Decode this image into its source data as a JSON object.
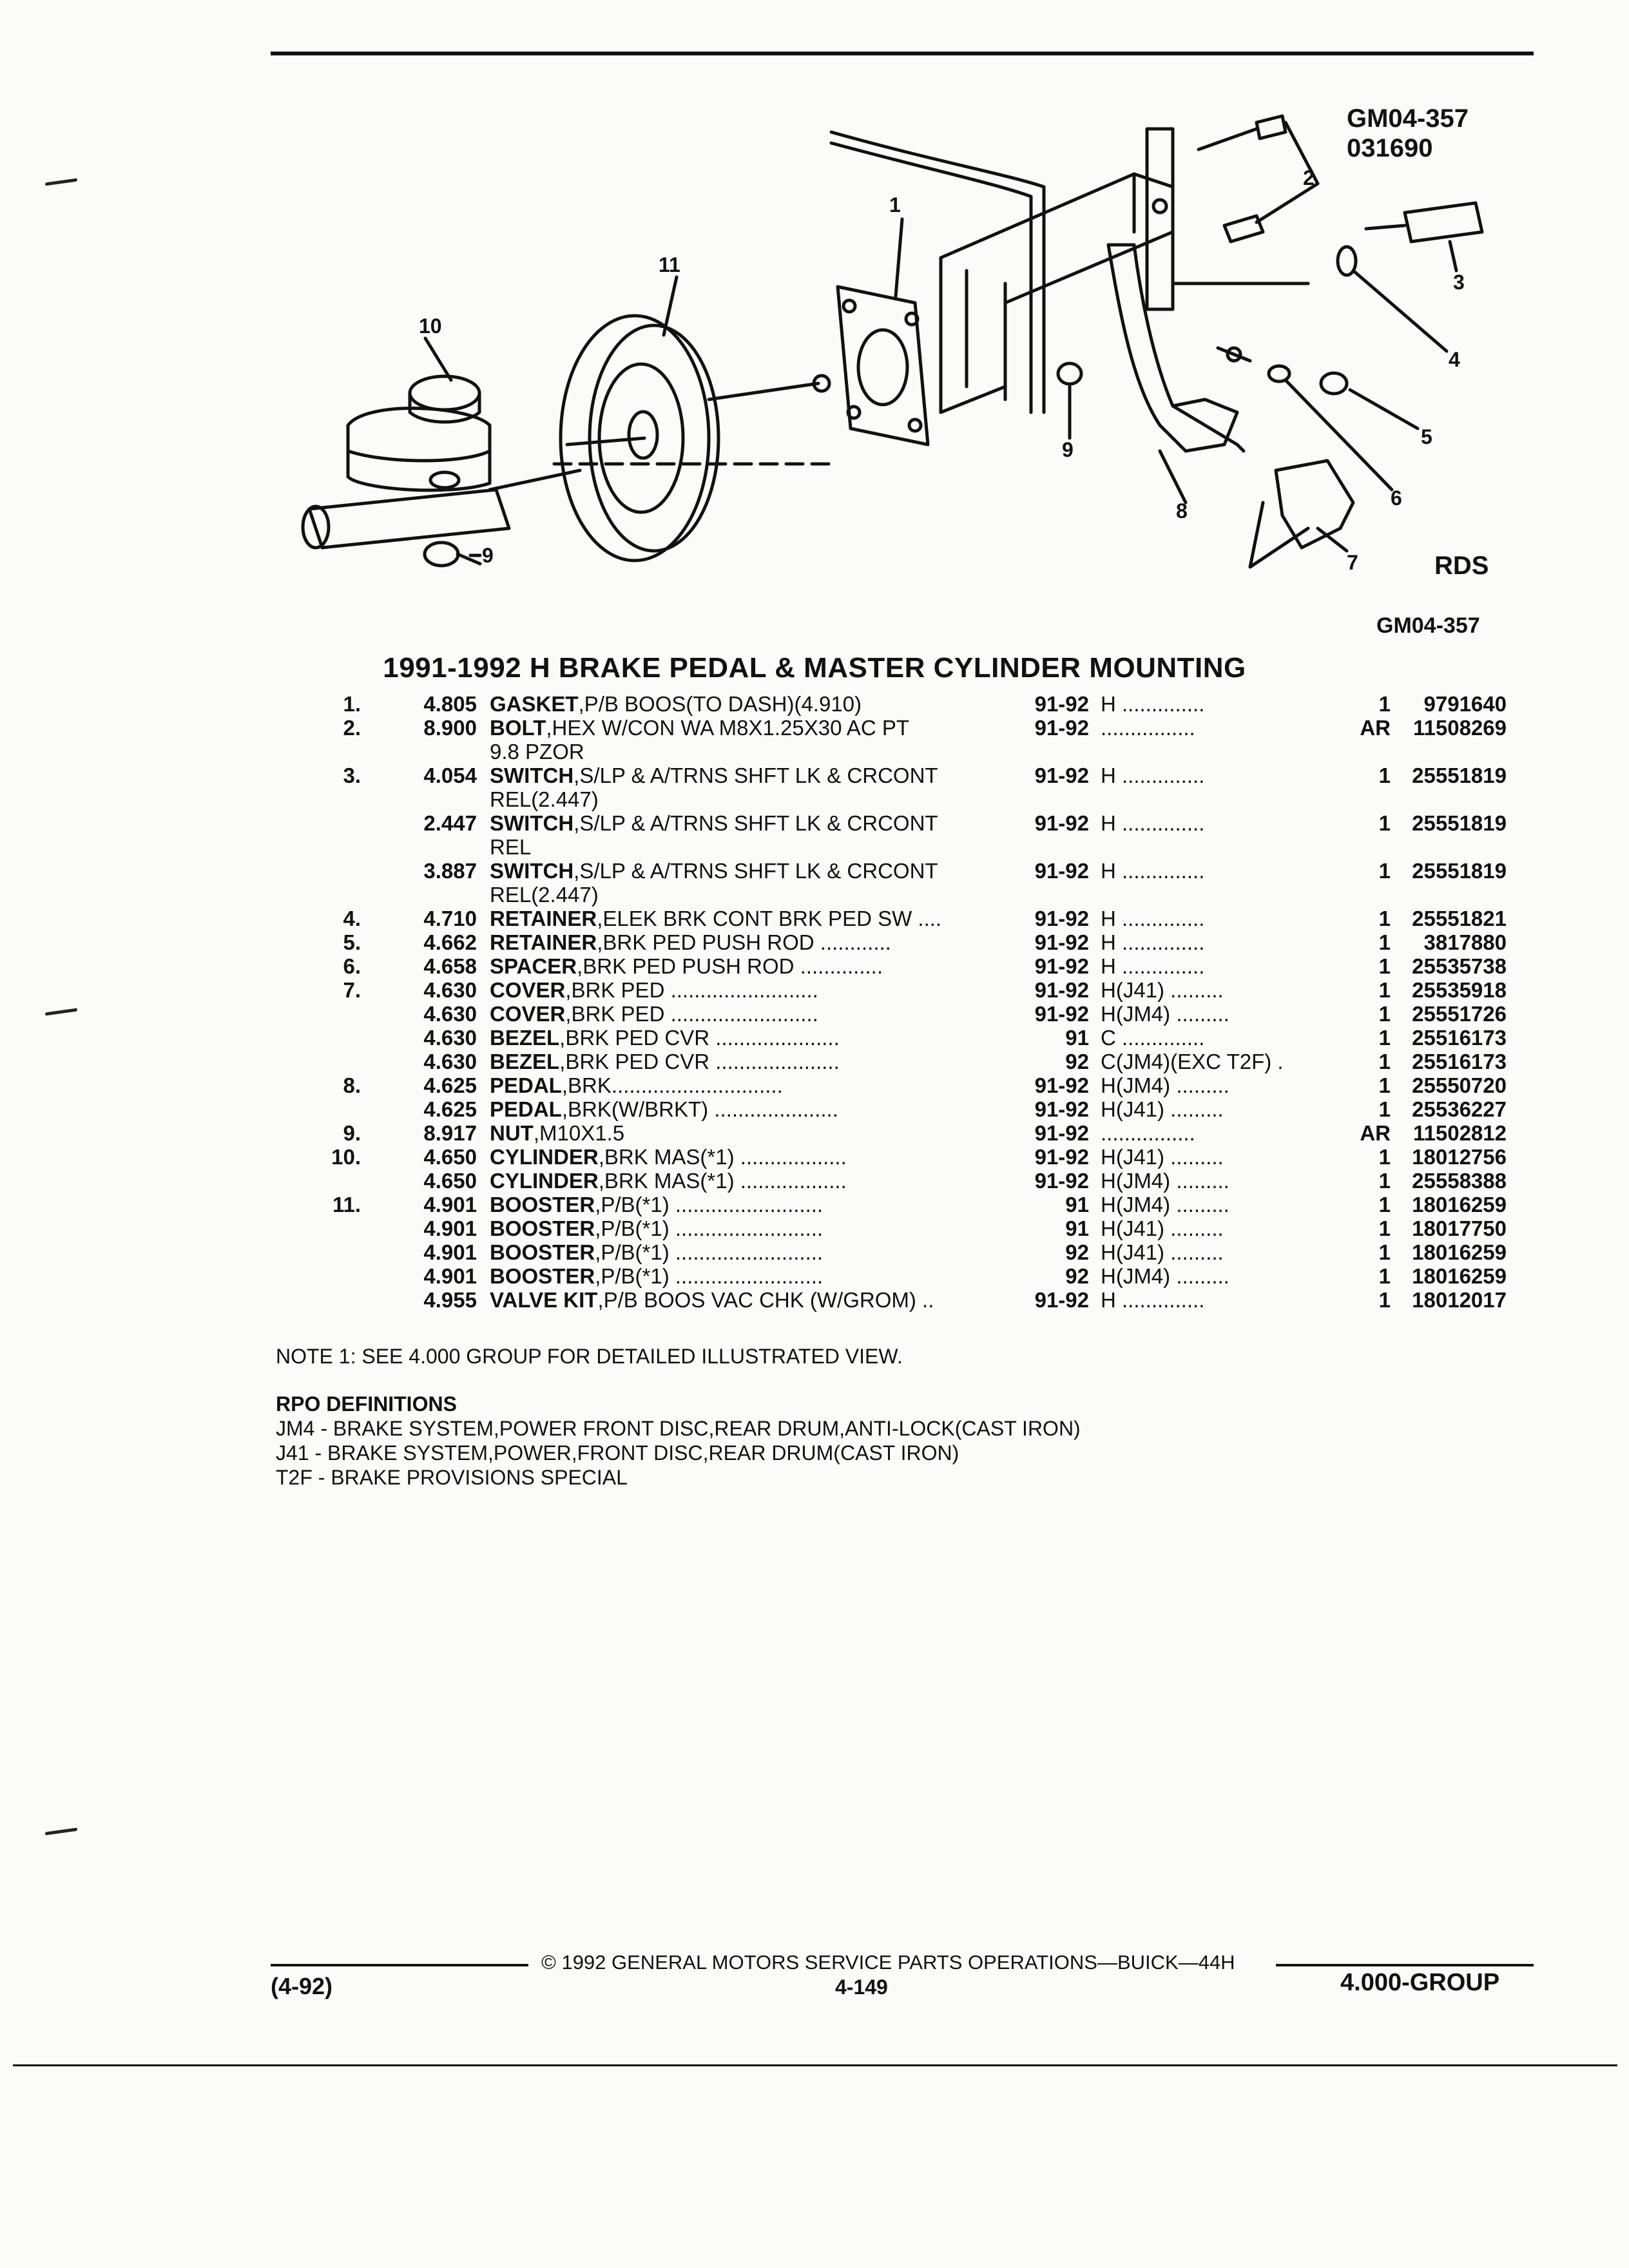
{
  "header": {
    "code": "GM04-357",
    "date_code": "031690",
    "rds_label": "RDS",
    "figure_code": "GM04-357"
  },
  "diagram_callouts": [
    "1",
    "2",
    "3",
    "4",
    "5",
    "6",
    "7",
    "8",
    "9",
    "9",
    "10",
    "11"
  ],
  "title": "1991-1992 H BRAKE PEDAL & MASTER CYLINDER MOUNTING",
  "parts": [
    {
      "idx": "1.",
      "grp": "4.805",
      "name": "GASKET",
      "desc": ",P/B BOOS(TO DASH)(4.910)",
      "cont": "",
      "yr": "91-92",
      "usage": "H ..............",
      "qty": "1",
      "pn": "9791640"
    },
    {
      "idx": "2.",
      "grp": "8.900",
      "name": "BOLT",
      "desc": ",HEX W/CON WA M8X1.25X30 AC PT",
      "cont": "9.8 PZOR",
      "yr": "91-92",
      "usage": "................",
      "qty": "AR",
      "pn": "11508269"
    },
    {
      "idx": "3.",
      "grp": "4.054",
      "name": "SWITCH",
      "desc": ",S/LP & A/TRNS SHFT LK & CRCONT",
      "cont": "REL(2.447)",
      "yr": "91-92",
      "usage": "H ..............",
      "qty": "1",
      "pn": "25551819"
    },
    {
      "idx": "",
      "grp": "2.447",
      "name": "SWITCH",
      "desc": ",S/LP & A/TRNS SHFT LK & CRCONT",
      "cont": "REL",
      "yr": "91-92",
      "usage": "H ..............",
      "qty": "1",
      "pn": "25551819"
    },
    {
      "idx": "",
      "grp": "3.887",
      "name": "SWITCH",
      "desc": ",S/LP & A/TRNS SHFT LK & CRCONT",
      "cont": "REL(2.447)",
      "yr": "91-92",
      "usage": "H ..............",
      "qty": "1",
      "pn": "25551819"
    },
    {
      "idx": "4.",
      "grp": "4.710",
      "name": "RETAINER",
      "desc": ",ELEK BRK CONT BRK PED SW ....",
      "cont": "",
      "yr": "91-92",
      "usage": "H ..............",
      "qty": "1",
      "pn": "25551821"
    },
    {
      "idx": "5.",
      "grp": "4.662",
      "name": "RETAINER",
      "desc": ",BRK PED PUSH ROD ............",
      "cont": "",
      "yr": "91-92",
      "usage": "H ..............",
      "qty": "1",
      "pn": "3817880"
    },
    {
      "idx": "6.",
      "grp": "4.658",
      "name": "SPACER",
      "desc": ",BRK PED PUSH ROD ..............",
      "cont": "",
      "yr": "91-92",
      "usage": "H ..............",
      "qty": "1",
      "pn": "25535738"
    },
    {
      "idx": "7.",
      "grp": "4.630",
      "name": "COVER",
      "desc": ",BRK PED .........................",
      "cont": "",
      "yr": "91-92",
      "usage": "H(J41) .........",
      "qty": "1",
      "pn": "25535918"
    },
    {
      "idx": "",
      "grp": "4.630",
      "name": "COVER",
      "desc": ",BRK PED .........................",
      "cont": "",
      "yr": "91-92",
      "usage": "H(JM4) .........",
      "qty": "1",
      "pn": "25551726"
    },
    {
      "idx": "",
      "grp": "4.630",
      "name": "BEZEL",
      "desc": ",BRK PED CVR .....................",
      "cont": "",
      "yr": "91",
      "usage": "C ..............",
      "qty": "1",
      "pn": "25516173"
    },
    {
      "idx": "",
      "grp": "4.630",
      "name": "BEZEL",
      "desc": ",BRK PED CVR .....................",
      "cont": "",
      "yr": "92",
      "usage": "C(JM4)(EXC T2F) .",
      "qty": "1",
      "pn": "25516173"
    },
    {
      "idx": "8.",
      "grp": "4.625",
      "name": "PEDAL",
      "desc": ",BRK.............................",
      "cont": "",
      "yr": "91-92",
      "usage": "H(JM4) .........",
      "qty": "1",
      "pn": "25550720"
    },
    {
      "idx": "",
      "grp": "4.625",
      "name": "PEDAL",
      "desc": ",BRK(W/BRKT) .....................",
      "cont": "",
      "yr": "91-92",
      "usage": "H(J41) .........",
      "qty": "1",
      "pn": "25536227"
    },
    {
      "idx": "9.",
      "grp": "8.917",
      "name": "NUT",
      "desc": ",M10X1.5",
      "cont": "",
      "yr": "91-92",
      "usage": "................",
      "qty": "AR",
      "pn": "11502812"
    },
    {
      "idx": "10.",
      "grp": "4.650",
      "name": "CYLINDER",
      "desc": ",BRK MAS(*1) ..................",
      "cont": "",
      "yr": "91-92",
      "usage": "H(J41) .........",
      "qty": "1",
      "pn": "18012756"
    },
    {
      "idx": "",
      "grp": "4.650",
      "name": "CYLINDER",
      "desc": ",BRK MAS(*1) ..................",
      "cont": "",
      "yr": "91-92",
      "usage": "H(JM4) .........",
      "qty": "1",
      "pn": "25558388"
    },
    {
      "idx": "11.",
      "grp": "4.901",
      "name": "BOOSTER",
      "desc": ",P/B(*1) .........................",
      "cont": "",
      "yr": "91",
      "usage": "H(JM4) .........",
      "qty": "1",
      "pn": "18016259"
    },
    {
      "idx": "",
      "grp": "4.901",
      "name": "BOOSTER",
      "desc": ",P/B(*1) .........................",
      "cont": "",
      "yr": "91",
      "usage": "H(J41) .........",
      "qty": "1",
      "pn": "18017750"
    },
    {
      "idx": "",
      "grp": "4.901",
      "name": "BOOSTER",
      "desc": ",P/B(*1) .........................",
      "cont": "",
      "yr": "92",
      "usage": "H(J41) .........",
      "qty": "1",
      "pn": "18016259"
    },
    {
      "idx": "",
      "grp": "4.901",
      "name": "BOOSTER",
      "desc": ",P/B(*1) .........................",
      "cont": "",
      "yr": "92",
      "usage": "H(JM4) .........",
      "qty": "1",
      "pn": "18016259"
    },
    {
      "idx": "",
      "grp": "4.955",
      "name": "VALVE KIT",
      "desc": ",P/B BOOS VAC CHK (W/GROM) ..",
      "cont": "",
      "yr": "91-92",
      "usage": "H ..............",
      "qty": "1",
      "pn": "18012017"
    }
  ],
  "note": "NOTE 1: SEE 4.000 GROUP FOR DETAILED ILLUSTRATED VIEW.",
  "rpo": {
    "heading": "RPO DEFINITIONS",
    "lines": [
      "JM4 - BRAKE SYSTEM,POWER FRONT DISC,REAR DRUM,ANTI-LOCK(CAST IRON)",
      "J41 - BRAKE SYSTEM,POWER,FRONT DISC,REAR DRUM(CAST IRON)",
      "T2F - BRAKE PROVISIONS SPECIAL"
    ]
  },
  "footer": {
    "copyright": "© 1992 GENERAL MOTORS SERVICE PARTS OPERATIONS—BUICK—44H",
    "left": "(4-92)",
    "page": "4-149",
    "right": "4.000-GROUP"
  }
}
